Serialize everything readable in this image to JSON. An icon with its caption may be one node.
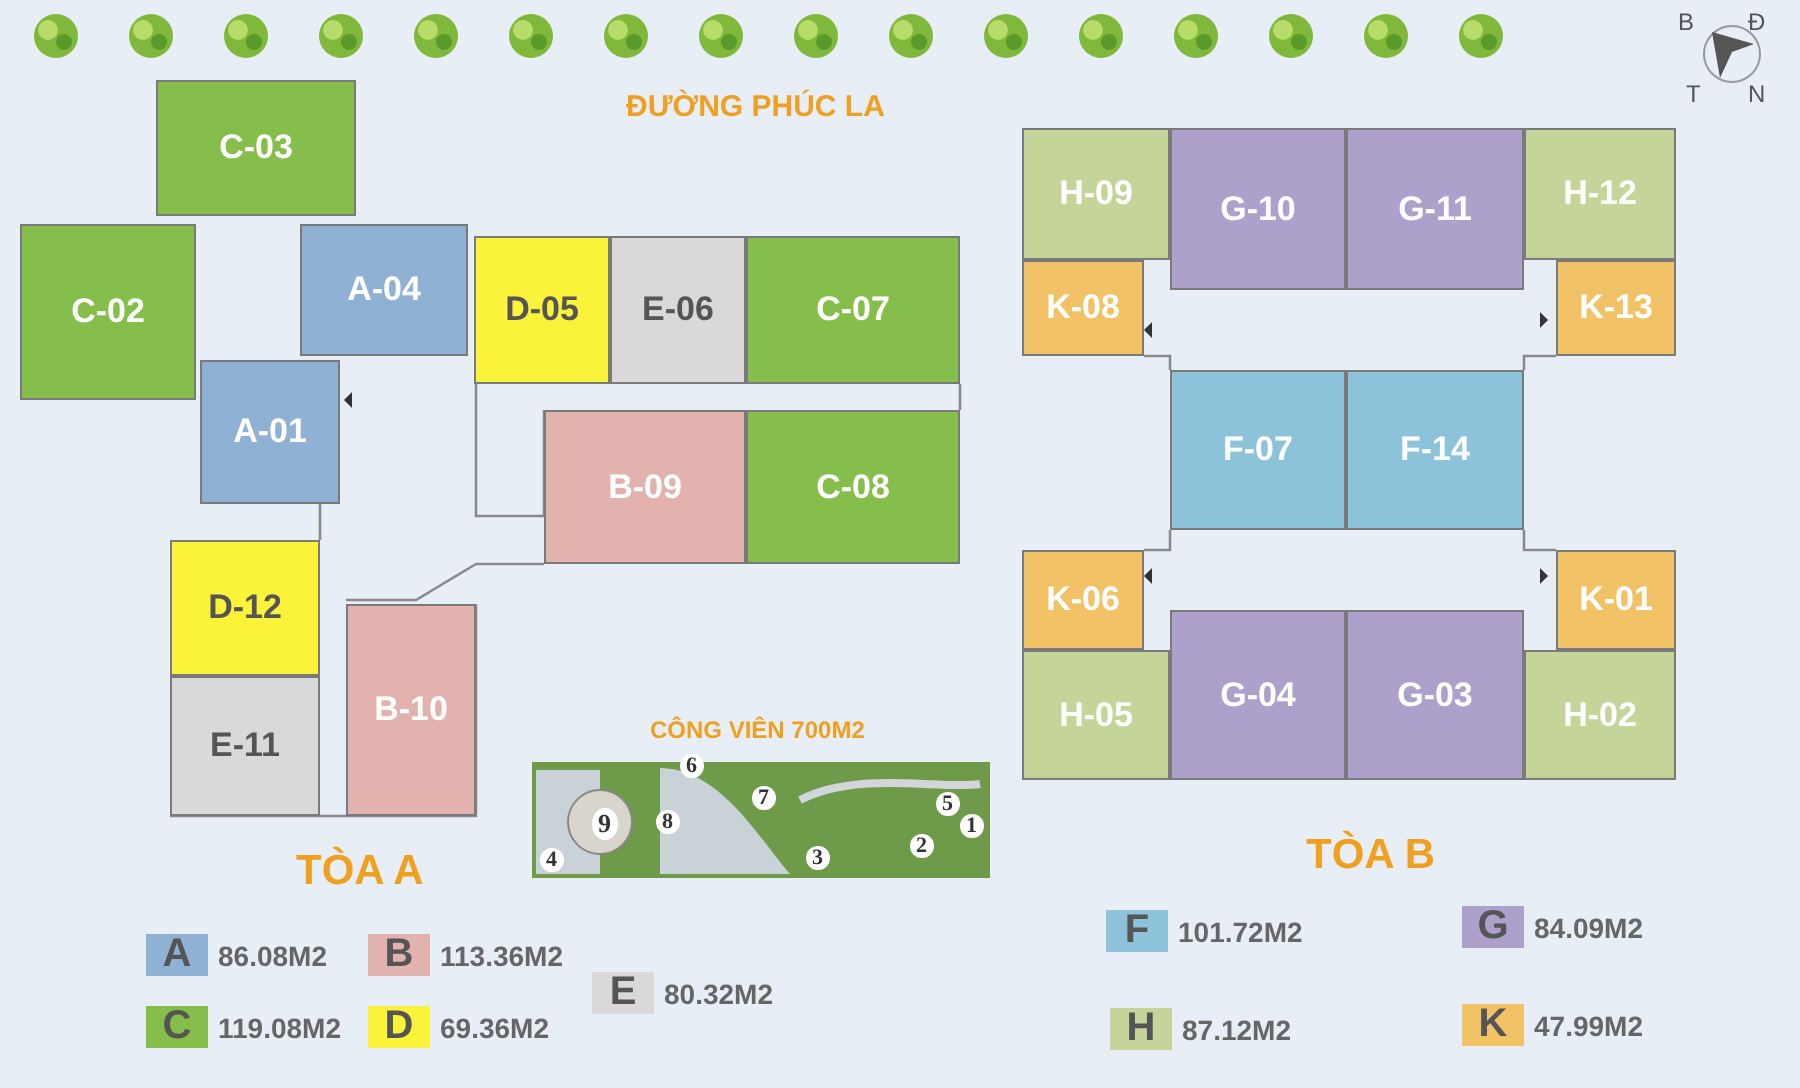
{
  "diagram": {
    "nodes": [
      {
        "text": [
          "C-03"
        ]
      },
      {
        "text": [
          "C-02"
        ]
      },
      {
        "text": [
          "A-04"
        ]
      },
      {
        "text": [
          "A-01"
        ]
      },
      {
        "text": [
          "D-05"
        ]
      },
      {
        "text": [
          "E-06"
        ]
      },
      {
        "text": [
          "C-07"
        ]
      },
      {
        "text": [
          "B-09"
        ]
      },
      {
        "text": [
          "C-08"
        ]
      },
      {
        "text": [
          "D-12"
        ]
      },
      {
        "text": [
          "E-11"
        ]
      },
      {
        "text": [
          "B-10"
        ]
      },
      {
        "text": [
          "H-09"
        ]
      },
      {
        "text": [
          "G-10"
        ]
      },
      {
        "text": [
          "G-11"
        ]
      },
      {
        "text": [
          "H-12"
        ]
      },
      {
        "text": [
          "K-08"
        ]
      },
      {
        "text": [
          "K-13"
        ]
      },
      {
        "text": [
          "F-07"
        ]
      },
      {
        "text": [
          "F-14"
        ]
      },
      {
        "text": [
          "K-06"
        ]
      },
      {
        "text": [
          "K-01"
        ]
      },
      {
        "text": [
          "H-05"
        ]
      },
      {
        "text": [
          "G-04"
        ]
      },
      {
        "text": [
          "G-03"
        ]
      },
      {
        "text": [
          "H-02"
        ]
      }
    ],
    "labels": [
      "ĐƯỜNG PHÚC LA",
      "B",
      "Đ",
      "T",
      "N",
      "CÔNG VIÊN 700M2",
      "6",
      "7",
      "5",
      "9",
      "8",
      "1",
      "2",
      "4",
      "3",
      "TÒA A",
      "TÒA B",
      "A",
      "B",
      "E",
      "C",
      "D",
      "F",
      "G",
      "H",
      "K"
    ],
    "legend": [
      {
        "text": "86.08M2",
        "color": "#8fb2d4"
      },
      {
        "text": "113.36M2",
        "color": "#e2b3ae"
      },
      {
        "text": "80.32M2",
        "color": "#dad8d9"
      },
      {
        "text": "119.08M2",
        "color": "#86be4c"
      },
      {
        "text": "69.36M2",
        "color": "#fbf23a"
      },
      {
        "text": "101.72M2",
        "color": "#8cc3da"
      },
      {
        "text": "84.09M2",
        "color": "#ada1cb"
      },
      {
        "text": "87.12M2",
        "color": "#c5d59a"
      },
      {
        "text": "47.99M2",
        "color": "#f2c366"
      }
    ]
  }
}
